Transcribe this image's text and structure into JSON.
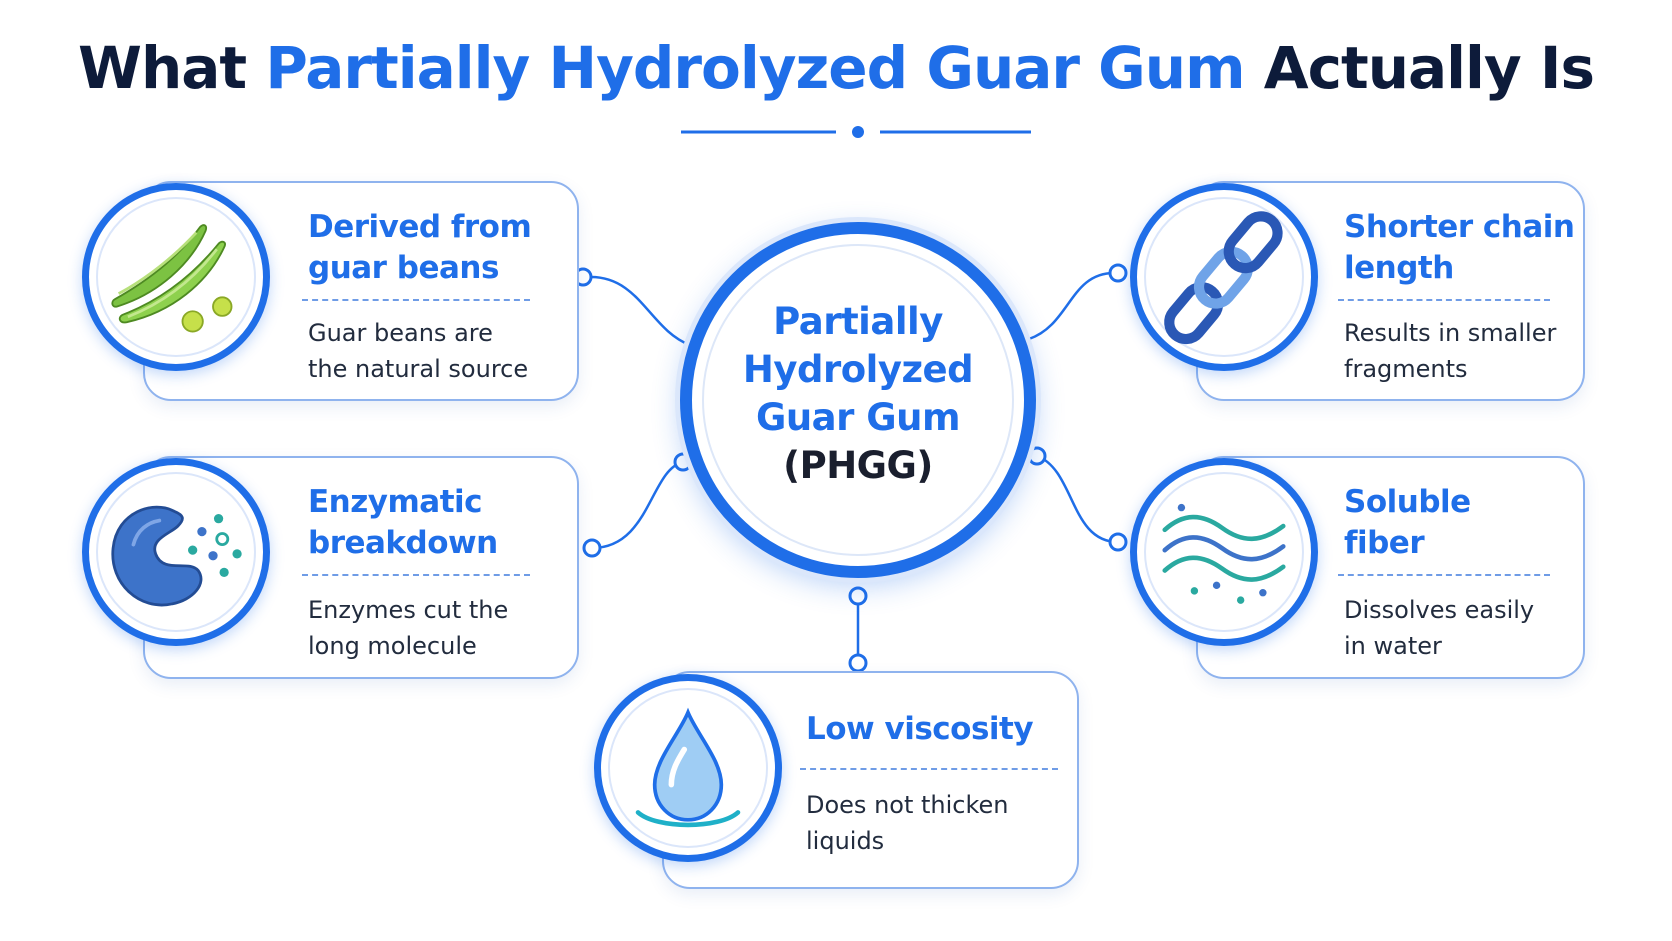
{
  "title": {
    "part1": "What ",
    "highlight": "Partially Hydrolyzed Guar Gum",
    "part2": " Actually Is"
  },
  "center": {
    "lines": [
      "Partially",
      "Hydrolyzed",
      "Guar Gum"
    ],
    "abbreviation": "(PHGG)"
  },
  "cards": [
    {
      "id": "derived",
      "icon": "guar-beans-icon",
      "title": "Derived from guar beans",
      "title_lines": [
        "Derived from",
        "guar beans"
      ],
      "desc_lines": [
        "Guar beans are",
        "the natural source"
      ]
    },
    {
      "id": "enzymatic",
      "icon": "enzyme-icon",
      "title": "Enzymatic breakdown",
      "title_lines": [
        "Enzymatic",
        "breakdown"
      ],
      "desc_lines": [
        "Enzymes cut the",
        "long molecule"
      ]
    },
    {
      "id": "shorter-chain",
      "icon": "chain-link-icon",
      "title": "Shorter chain length",
      "title_lines": [
        "Shorter chain",
        "length"
      ],
      "desc_lines": [
        "Results in smaller",
        "fragments"
      ]
    },
    {
      "id": "soluble",
      "icon": "water-waves-icon",
      "title": "Soluble fiber",
      "title_lines": [
        "Soluble",
        "fiber"
      ],
      "desc_lines": [
        "Dissolves easily",
        "in water"
      ]
    },
    {
      "id": "low-viscosity",
      "icon": "water-drop-icon",
      "title": "Low viscosity",
      "title_lines": [
        "Low viscosity"
      ],
      "desc_lines": [
        "Does not thicken",
        "liquids"
      ]
    }
  ],
  "colors": {
    "accent": "#1f6ee8",
    "title_dark": "#0d1b3a",
    "card_border": "#8fb3ee",
    "bean_green": "#7cc242",
    "enzyme_blue": "#3d73c9",
    "wave_teal": "#2aa9a0",
    "drop_blue": "#9fcdf4"
  }
}
